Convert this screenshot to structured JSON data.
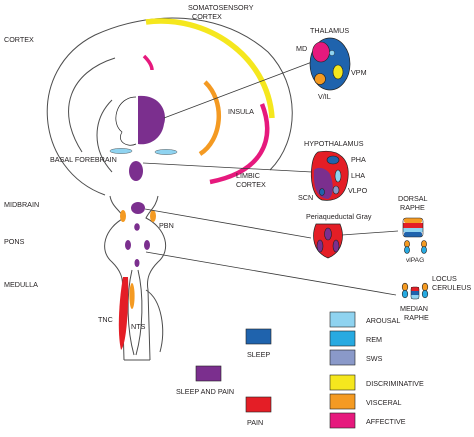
{
  "regions": {
    "cortex": "CORTEX",
    "somatosensory_cortex": [
      "SOMATOSENSORY",
      "CORTEX"
    ],
    "insula": "INSULA",
    "limbic_cortex": [
      "LIMBIC",
      "CORTEX"
    ],
    "basal_forebrain": "BASAL FOREBRAIN",
    "midbrain": "MIDBRAIN",
    "pons": "PONS",
    "medulla": "MEDULLA",
    "pbn": "PBN",
    "tnc": "TNC",
    "nts": "NTS"
  },
  "insets": {
    "thalamus": {
      "title": "THALAMUS",
      "md": "MD",
      "vpm": "VPM",
      "vil": "V/IL"
    },
    "hypothalamus": {
      "title": "HYPOTHALAMUS",
      "pha": "PHA",
      "lha": "LHA",
      "vlpo": "VLPO",
      "scn": "SCN"
    },
    "pag": {
      "title": "Periaqueductal Gray"
    },
    "dorsal_raphe": {
      "title": [
        "DORSAL",
        "RAPHE"
      ],
      "vlpag": "vlPAG"
    },
    "locus_ceruleus": {
      "title": [
        "LOCUS",
        "CERULEUS"
      ]
    },
    "median_raphe": {
      "title": [
        "MEDIAN",
        "RAPHE"
      ]
    }
  },
  "legend": [
    {
      "label": "SLEEP",
      "color": "#1f63ad"
    },
    {
      "label": "SLEEP AND PAIN",
      "color": "#7b2f8e"
    },
    {
      "label": "PAIN",
      "color": "#e41e26"
    },
    {
      "label": "AROUSAL",
      "color": "#8fd3f0"
    },
    {
      "label": "REM",
      "color": "#27aae1"
    },
    {
      "label": "SWS",
      "color": "#8a99c9"
    },
    {
      "label": "DISCRIMINATIVE",
      "color": "#f5e71e"
    },
    {
      "label": "VISCERAL",
      "color": "#f49a22"
    },
    {
      "label": "AFFECTIVE",
      "color": "#e6197d"
    }
  ]
}
